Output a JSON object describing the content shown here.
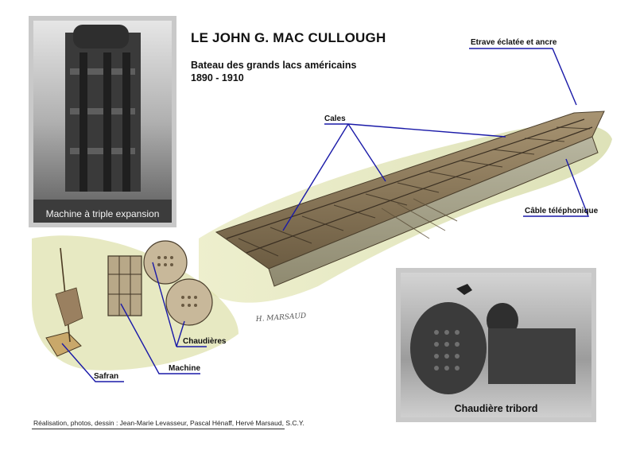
{
  "title": "LE JOHN G. MAC CULLOUGH",
  "subtitle_line1": "Bateau des grands lacs américains",
  "subtitle_line2": "1890 - 1910",
  "labels": {
    "etrave": "Etrave éclatée et ancre",
    "cales": "Cales",
    "cable": "Câble téléphonique",
    "chaudieres": "Chaudières",
    "machine": "Machine",
    "safran": "Safran"
  },
  "photos": {
    "top_left_caption": "Machine à triple expansion",
    "bottom_right_caption": "Chaudière tribord"
  },
  "signature": "H. MARSAUD",
  "credits": "Réalisation, photos, dessin : Jean-Marie Levasseur, Pascal Hénaff, Hervé Marsaud,  S.C.Y.",
  "colors": {
    "callout_line": "#1a1aa8",
    "frame": "#c9c9c9",
    "hull": "#8a7a5a",
    "seabed": "#d8d9a0"
  }
}
